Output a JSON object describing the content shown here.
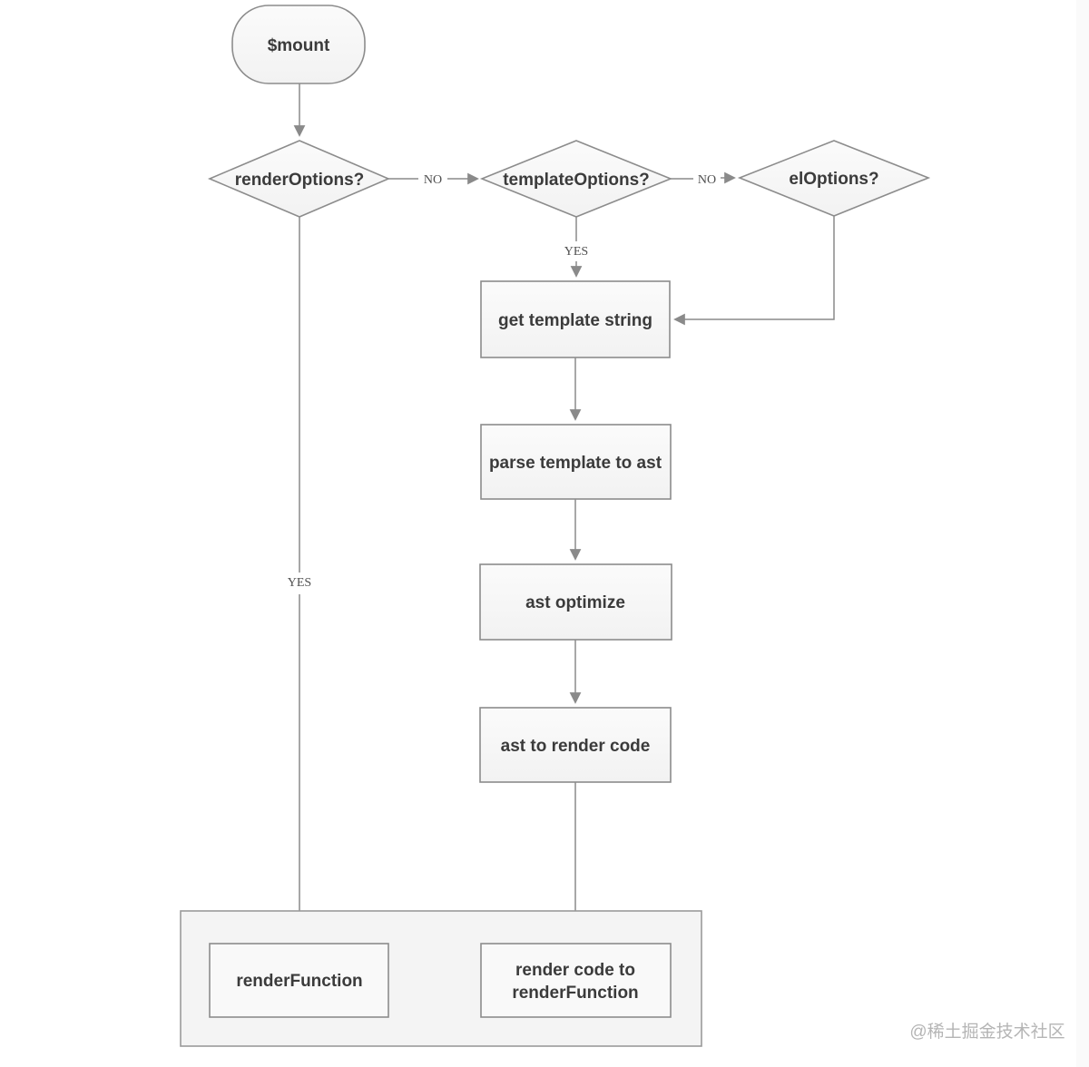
{
  "diagram": {
    "title_implicit": "Vue $mount compile flow",
    "nodes": {
      "mount": {
        "label": "$mount",
        "type": "terminator"
      },
      "render_options": {
        "label": "renderOptions?",
        "type": "decision"
      },
      "template_options": {
        "label": "templateOptions?",
        "type": "decision"
      },
      "el_options": {
        "label": "elOptions?",
        "type": "decision"
      },
      "get_template": {
        "label": "get template string",
        "type": "process"
      },
      "parse_template": {
        "label": "parse template to ast",
        "type": "process"
      },
      "ast_optimize": {
        "label": "ast optimize",
        "type": "process"
      },
      "ast_to_render": {
        "label": "ast to render code",
        "type": "process"
      },
      "render_function": {
        "label": "renderFunction",
        "type": "process"
      },
      "render_code": {
        "lines": [
          "render code to",
          "renderFunction"
        ],
        "type": "process"
      }
    },
    "edge_labels": {
      "no_render_to_template": "NO",
      "no_template_to_el": "NO",
      "yes_template_down": "YES",
      "yes_render_down": "YES"
    },
    "edges": [
      {
        "from": "mount",
        "to": "render_options",
        "label": ""
      },
      {
        "from": "render_options",
        "to": "template_options",
        "label": "NO"
      },
      {
        "from": "template_options",
        "to": "el_options",
        "label": "NO"
      },
      {
        "from": "template_options",
        "to": "get_template",
        "label": "YES"
      },
      {
        "from": "el_options",
        "to": "get_template",
        "label": ""
      },
      {
        "from": "get_template",
        "to": "parse_template",
        "label": ""
      },
      {
        "from": "parse_template",
        "to": "ast_optimize",
        "label": ""
      },
      {
        "from": "ast_optimize",
        "to": "ast_to_render",
        "label": ""
      },
      {
        "from": "ast_to_render",
        "to": "render_code",
        "label": ""
      },
      {
        "from": "render_options",
        "to": "render_function",
        "label": "YES"
      }
    ]
  },
  "watermark": {
    "text": "@稀土掘金技术社区"
  },
  "colors": {
    "background": "#ffffff",
    "node_fill_top": "#fbfbfb",
    "node_fill_bottom": "#f2f2f2",
    "container_fill": "#f4f4f4",
    "stroke": "#8c8c8c",
    "edge": "#8a8a8a",
    "node_text": "#3b3b3b",
    "edge_label_text": "#4f4f4f",
    "watermark_text": "#b5b5b5"
  }
}
